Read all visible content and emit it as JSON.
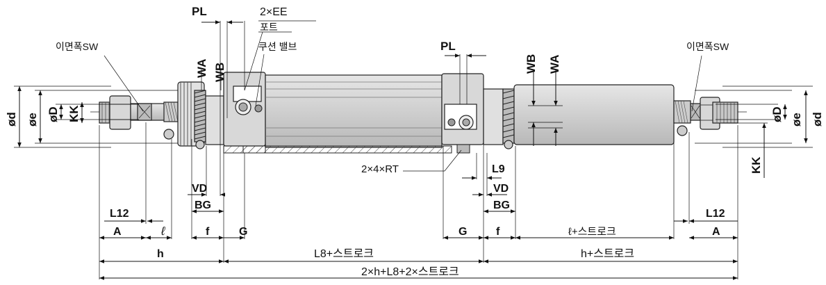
{
  "labels": {
    "pl_left": "PL",
    "ee": "2×EE",
    "port": "포트",
    "cushion": "쿠션 밸브",
    "sw_left": "이면폭SW",
    "sw_right": "이면폭SW",
    "wa_left": "WA",
    "wb_left": "WB",
    "pl_right": "PL",
    "wb_right": "WB",
    "wa_right": "WA",
    "od_left": "ød",
    "oe_left": "øe",
    "oD_left": "øD",
    "kk_left": "KK",
    "oD_right": "øD",
    "oe_right": "øe",
    "od_right": "ød",
    "kk_right": "KK",
    "rt": "2×4×RT",
    "l9": "L9",
    "vd_left": "VD",
    "vd_right": "VD",
    "bg_left": "BG",
    "bg_right": "BG",
    "l12_left": "L12",
    "l12_right": "L12",
    "a_left": "A",
    "a_right": "A",
    "ell_left": "ℓ",
    "f_left": "f",
    "g_left": "G",
    "g_right": "G",
    "f_right": "f",
    "ell_stroke": "ℓ+스트로크",
    "h_left": "h",
    "l8_stroke": "L8+스트로크",
    "h_stroke": "h+스트로크",
    "total": "2×h+L8+2×스트로크"
  }
}
